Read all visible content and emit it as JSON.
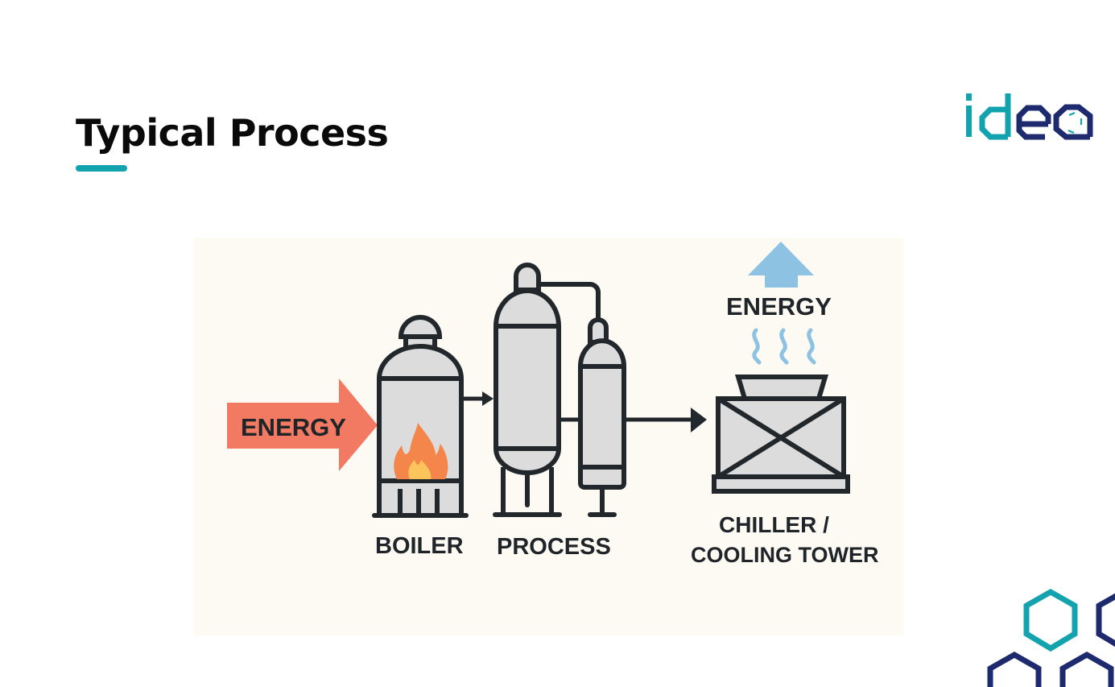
{
  "slide": {
    "title": "Typical Process",
    "accent_color": "#13a3ae",
    "brand_navy": "#1e2a6e"
  },
  "logo": {
    "text": "idea",
    "name": "idea-logo"
  },
  "diagram": {
    "input_energy_label": "ENERGY",
    "output_energy_label": "ENERGY",
    "stages": [
      {
        "id": "boiler",
        "label": "BOILER"
      },
      {
        "id": "process",
        "label": "PROCESS"
      },
      {
        "id": "chiller",
        "label_line1": "CHILLER /",
        "label_line2": "COOLING TOWER"
      }
    ],
    "colors": {
      "input_arrow": "#f37a62",
      "output_arrow": "#8ec2e3",
      "vessel_fill": "#dcdcdc",
      "outline": "#22272b",
      "flame_outer": "#f5864b",
      "flame_inner": "#fbc55b",
      "background": "#fdfaf4"
    }
  }
}
